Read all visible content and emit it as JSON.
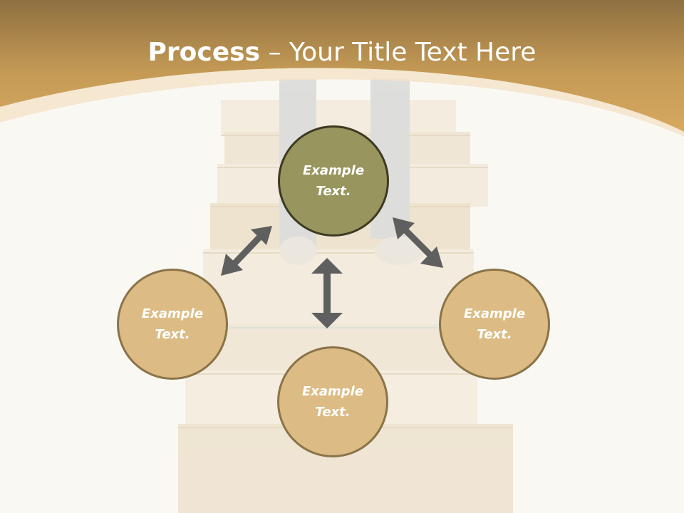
{
  "slide": {
    "title_bold": "Process",
    "title_rest": " – Your Title Text Here"
  },
  "circles": {
    "top": {
      "line1": "Example",
      "line2": "Text."
    },
    "left": {
      "line1": "Example",
      "line2": "Text."
    },
    "right": {
      "line1": "Example",
      "line2": "Text."
    },
    "bottom": {
      "line1": "Example",
      "line2": "Text."
    }
  },
  "colors": {
    "header_dark": "#8f7041",
    "header_light": "#d1a55d",
    "circle_active": "#98955e",
    "circle_default": "#dcbc84",
    "arrow": "#5f5f5f"
  }
}
